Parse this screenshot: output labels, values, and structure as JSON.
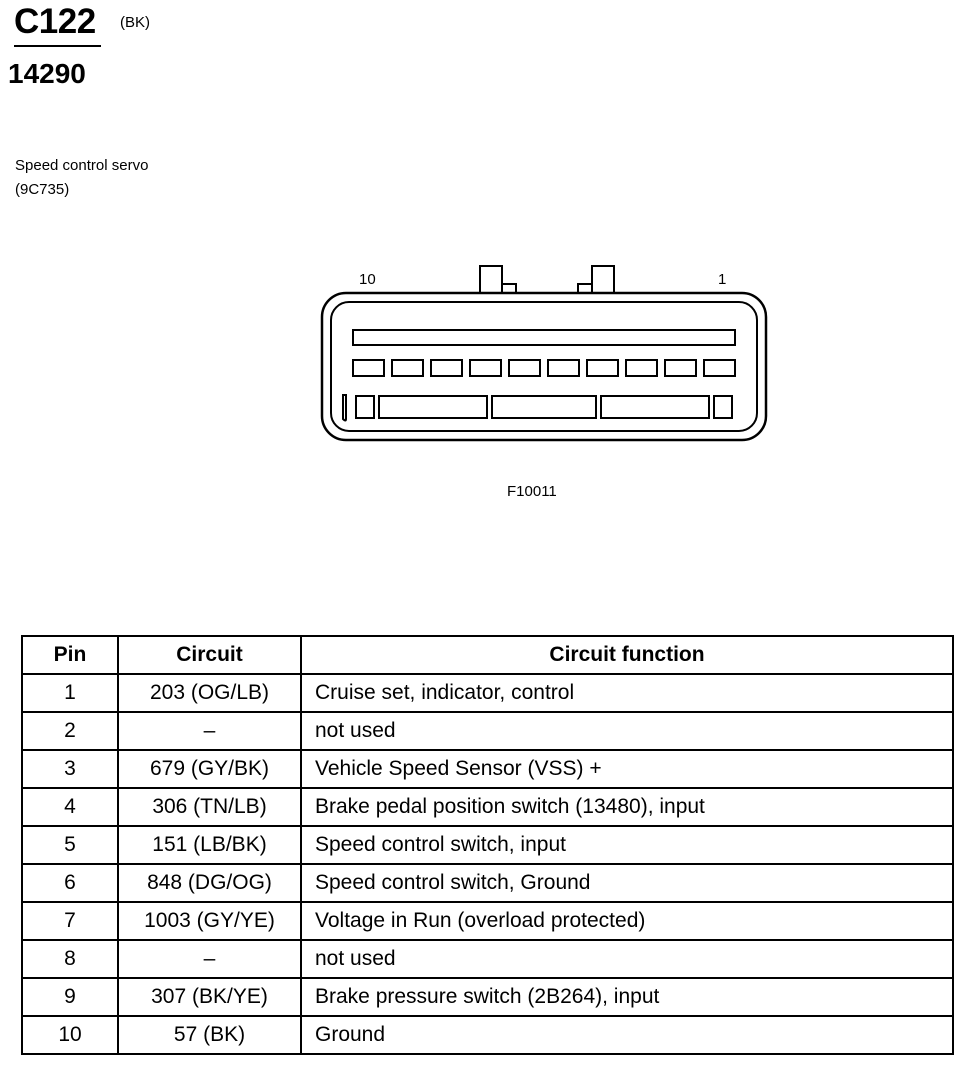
{
  "header": {
    "connector_id": "C122",
    "connector_color": "(BK)",
    "part_number": "14290"
  },
  "component": {
    "name": "Speed control servo",
    "code": "(9C735)"
  },
  "diagram": {
    "pin_label_left": "10",
    "pin_label_right": "1",
    "figure_code": "F10011"
  },
  "table": {
    "headers": {
      "pin": "Pin",
      "circuit": "Circuit",
      "function": "Circuit function"
    },
    "rows": [
      {
        "pin": "1",
        "circuit": "203 (OG/LB)",
        "function": "Cruise set, indicator, control"
      },
      {
        "pin": "2",
        "circuit": "–",
        "function": "not used"
      },
      {
        "pin": "3",
        "circuit": "679 (GY/BK)",
        "function": "Vehicle Speed Sensor (VSS) +"
      },
      {
        "pin": "4",
        "circuit": "306 (TN/LB)",
        "function": "Brake pedal position switch (13480), input"
      },
      {
        "pin": "5",
        "circuit": "151 (LB/BK)",
        "function": "Speed control switch, input"
      },
      {
        "pin": "6",
        "circuit": "848 (DG/OG)",
        "function": "Speed control switch, Ground"
      },
      {
        "pin": "7",
        "circuit": "1003 (GY/YE)",
        "function": "Voltage in Run (overload protected)"
      },
      {
        "pin": "8",
        "circuit": "–",
        "function": "not used"
      },
      {
        "pin": "9",
        "circuit": "307 (BK/YE)",
        "function": "Brake pressure switch (2B264), input"
      },
      {
        "pin": "10",
        "circuit": "57 (BK)",
        "function": "Ground"
      }
    ]
  }
}
